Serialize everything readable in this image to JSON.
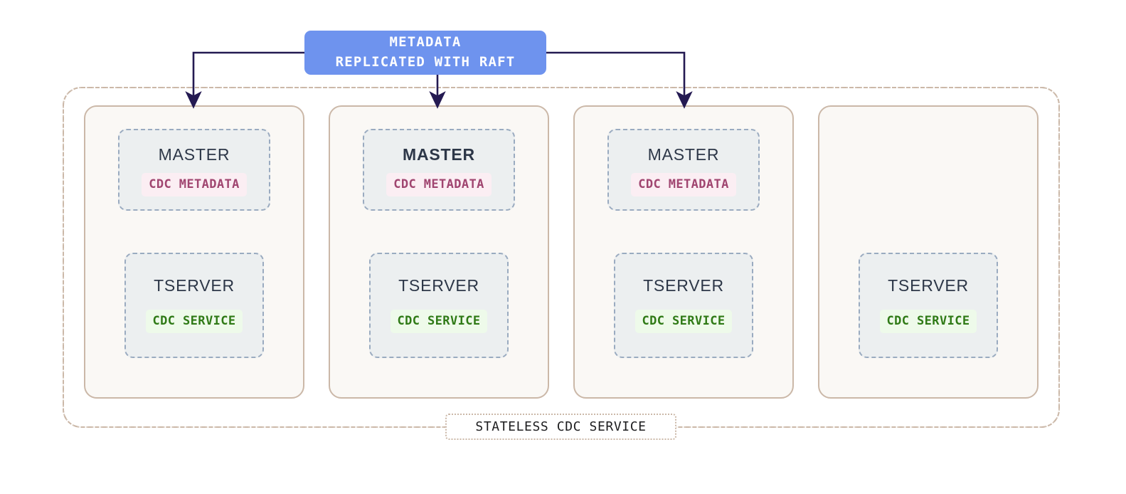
{
  "metadata_box": {
    "line1": "METADATA",
    "line2": "REPLICATED WITH RAFT",
    "color": "#6e93ee",
    "text_color": "#ffffff"
  },
  "boundary": {
    "caption": "STATELESS CDC SERVICE",
    "border_color": "#cbb8a8"
  },
  "colors": {
    "node_border": "#cbb8a8",
    "node_fill": "#faf8f5",
    "component_border": "#9aabc0",
    "component_fill": "#eceff0",
    "metadata_pill_text": "#a04570",
    "metadata_pill_bg": "#fbeef3",
    "service_pill_text": "#2f7a16",
    "service_pill_bg": "#eefaea",
    "arrow": "#241a52",
    "title_text": "#2d3748"
  },
  "nodes": [
    {
      "id": "node-1",
      "has_master": true,
      "master": {
        "title": "MASTER",
        "is_leader": false,
        "pill": "CDC METADATA"
      },
      "tserver": {
        "title": "TSERVER",
        "pill": "CDC SERVICE"
      }
    },
    {
      "id": "node-2",
      "has_master": true,
      "master": {
        "title": "MASTER",
        "is_leader": true,
        "pill": "CDC METADATA"
      },
      "tserver": {
        "title": "TSERVER",
        "pill": "CDC SERVICE"
      }
    },
    {
      "id": "node-3",
      "has_master": true,
      "master": {
        "title": "MASTER",
        "is_leader": false,
        "pill": "CDC METADATA"
      },
      "tserver": {
        "title": "TSERVER",
        "pill": "CDC SERVICE"
      }
    },
    {
      "id": "node-4",
      "has_master": false,
      "master": null,
      "tserver": {
        "title": "TSERVER",
        "pill": "CDC SERVICE"
      }
    }
  ],
  "connectors": [
    {
      "from": "metadata-box",
      "to": "node-1-master",
      "style": "elbow-left"
    },
    {
      "from": "metadata-box",
      "to": "node-2-master",
      "style": "straight-down"
    },
    {
      "from": "metadata-box",
      "to": "node-3-master",
      "style": "elbow-right"
    }
  ]
}
